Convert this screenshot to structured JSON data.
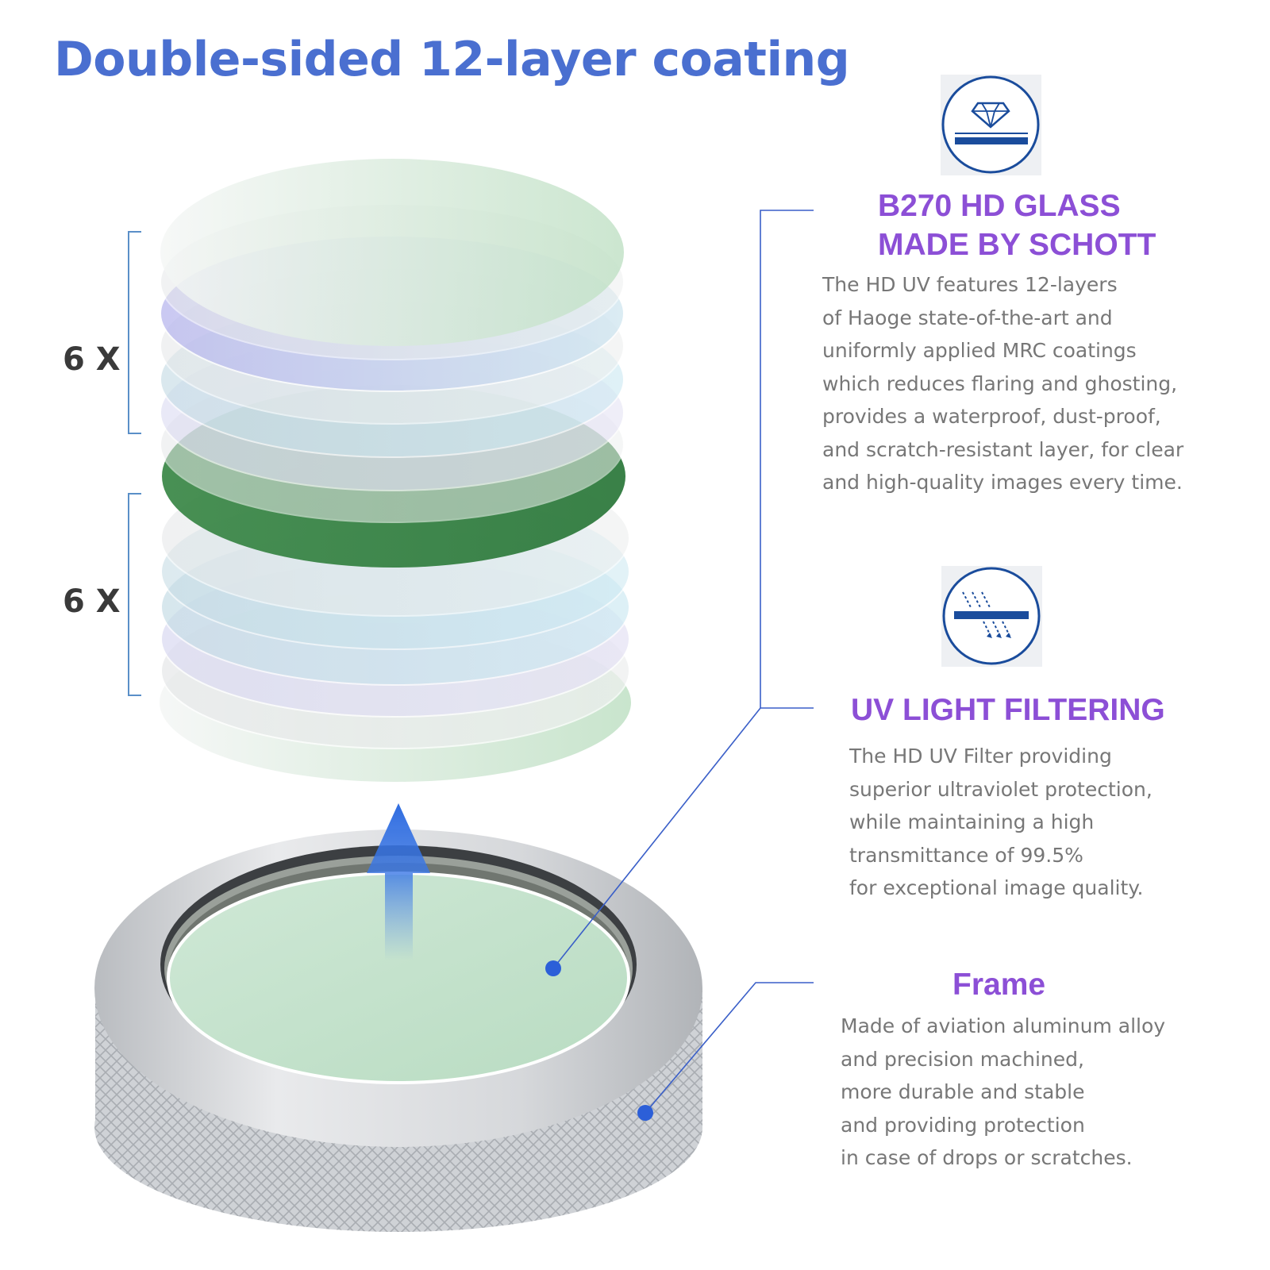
{
  "title": "Double-sided 12-layer coating",
  "layer_groups": [
    {
      "label": "6 X"
    },
    {
      "label": "6 X"
    }
  ],
  "features": [
    {
      "icon": "diamond-glass-icon",
      "heading_lines": [
        "B270 HD GLASS",
        "MADE BY SCHOTT"
      ],
      "description": "The HD UV features 12-layers\nof Haoge state-of-the-art and\nuniformly applied MRC coatings\nwhich reduces flaring and ghosting,\nprovides a waterproof, dust-proof,\nand scratch-resistant layer, for clear\nand high-quality images every time."
    },
    {
      "icon": "uv-filter-icon",
      "heading_lines": [
        "UV LIGHT FILTERING"
      ],
      "description": "The HD UV Filter providing\nsuperior ultraviolet protection,\nwhile maintaining a high\ntransmittance of 99.5%\nfor exceptional image quality."
    },
    {
      "heading_lines": [
        "Frame"
      ],
      "description": "Made of aviation aluminum alloy\nand precision machined,\nmore durable and stable\nand providing protection\nin case of drops or scratches."
    }
  ],
  "colors": {
    "title": "#4a6fd0",
    "heading": "#8c4fd6",
    "body_text": "#777777",
    "accent_blue": "#2c5fd8",
    "callout_line": "#3a5fc8",
    "bracket": "#5a8fc8",
    "dark_green_layer": "#3e8a4a"
  }
}
